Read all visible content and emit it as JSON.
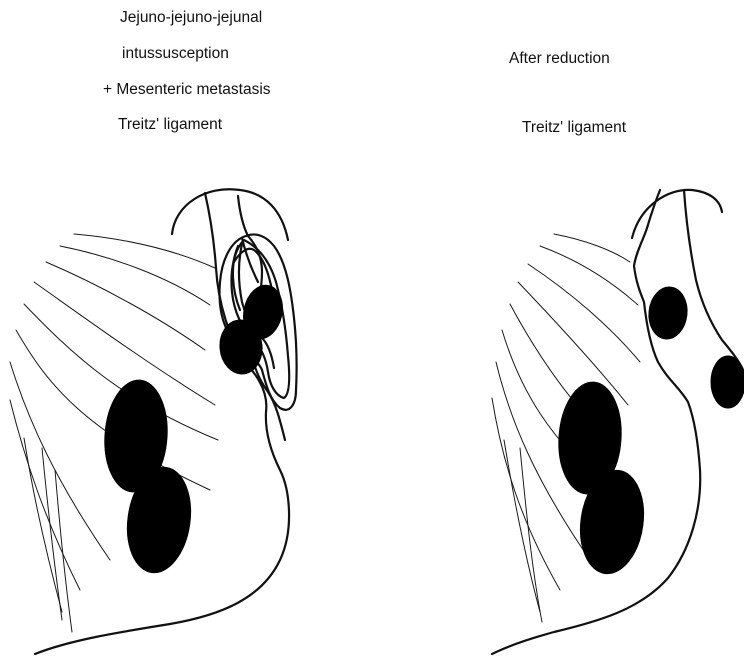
{
  "left_panel": {
    "title_line1": "Jejuno-jejuno-jejunal",
    "title_line2": "intussusception",
    "title_line3": "+ Mesenteric metastasis",
    "ligament_label": "Treitz' ligament"
  },
  "right_panel": {
    "title": "After reduction",
    "ligament_label": "Treitz' ligament"
  }
}
